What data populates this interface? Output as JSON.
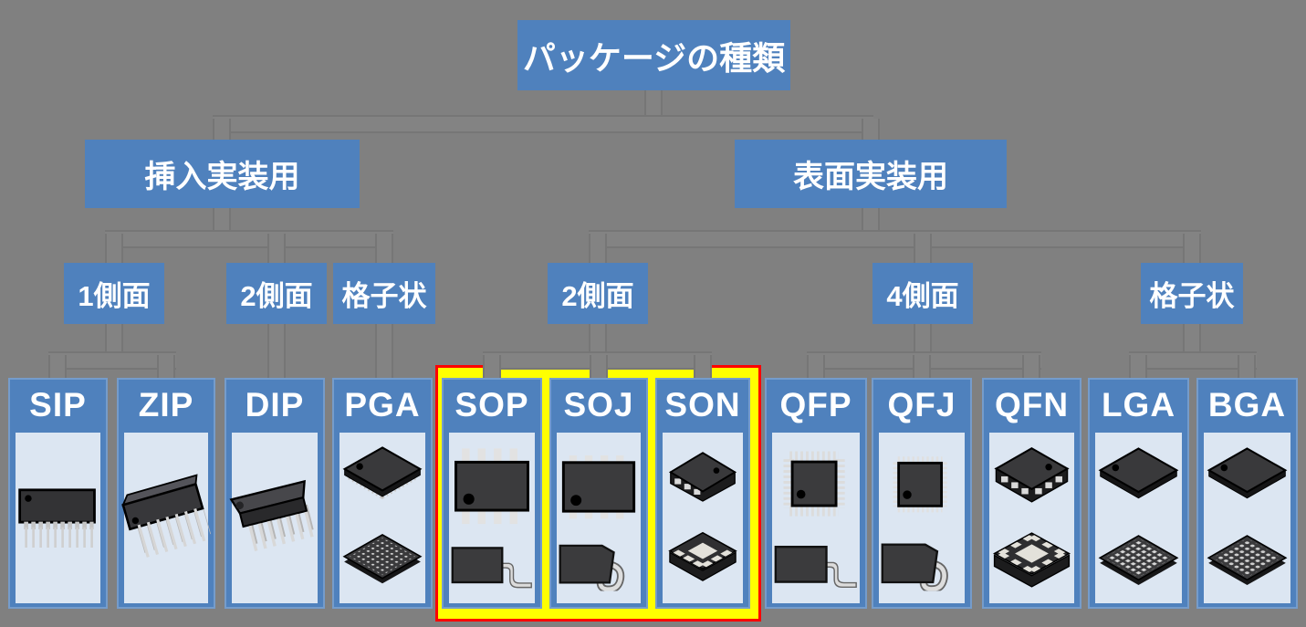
{
  "title": "パッケージの種類",
  "branches": [
    {
      "label": "挿入実装用"
    },
    {
      "label": "表面実装用"
    }
  ],
  "categories": [
    {
      "label": "1側面"
    },
    {
      "label": "2側面"
    },
    {
      "label": "格子状"
    },
    {
      "label": "2側面"
    },
    {
      "label": "4側面"
    },
    {
      "label": "格子状"
    }
  ],
  "packages": [
    {
      "label": "SIP"
    },
    {
      "label": "ZIP"
    },
    {
      "label": "DIP"
    },
    {
      "label": "PGA"
    },
    {
      "label": "SOP"
    },
    {
      "label": "SOJ"
    },
    {
      "label": "SON"
    },
    {
      "label": "QFP"
    },
    {
      "label": "QFJ"
    },
    {
      "label": "QFN"
    },
    {
      "label": "LGA"
    },
    {
      "label": "BGA"
    }
  ],
  "highlight": {
    "packages": [
      "SOP",
      "SOJ",
      "SON"
    ],
    "outer_border_color": "#ff0000",
    "inner_border_color": "#ffff00"
  },
  "colors": {
    "background": "#808080",
    "node_blue": "#4f81bd",
    "panel_light_blue": "#dce6f2",
    "text": "#ffffff",
    "connector_gray": "#838383"
  }
}
